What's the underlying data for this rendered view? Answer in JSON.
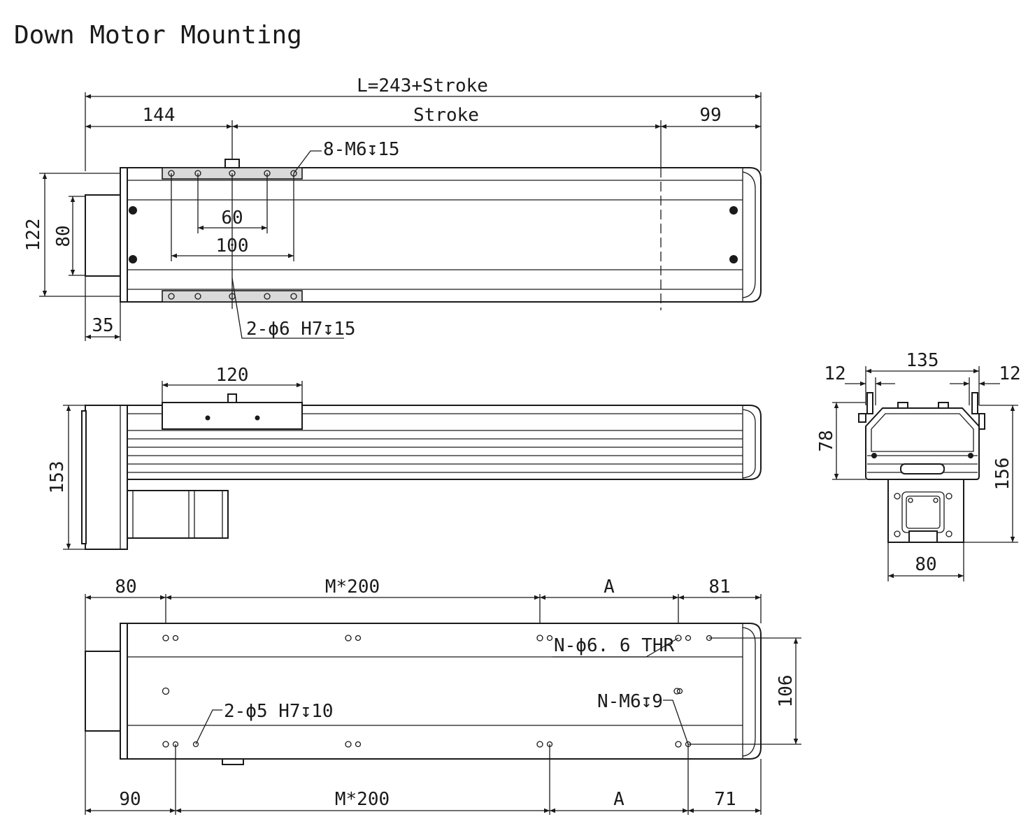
{
  "title": "Down Motor Mounting",
  "top_view": {
    "dim_total": "L=243+Stroke",
    "dim_left": "144",
    "dim_stroke": "Stroke",
    "dim_right": "99",
    "holes_callout": "8-M6↧15",
    "dim_60": "60",
    "dim_100": "100",
    "dim_122": "122",
    "dim_80": "80",
    "dim_35": "35",
    "pin_callout": "2-ϕ6 H7↧15"
  },
  "side_view": {
    "dim_120": "120",
    "dim_153": "153"
  },
  "end_view": {
    "dim_135": "135",
    "dim_12_left": "12",
    "dim_12_right": "12",
    "dim_78": "78",
    "dim_156": "156",
    "dim_80": "80"
  },
  "bottom_view": {
    "dim_top_80": "80",
    "dim_top_m200": "M*200",
    "dim_top_a": "A",
    "dim_top_81": "81",
    "thr_callout": "N-ϕ6. 6 THR",
    "m6_callout": "N-M6↧9",
    "pin_callout": "2-ϕ5 H7↧10",
    "dim_106": "106",
    "dim_bot_90": "90",
    "dim_bot_m200": "M*200",
    "dim_bot_a": "A",
    "dim_bot_71": "71"
  }
}
